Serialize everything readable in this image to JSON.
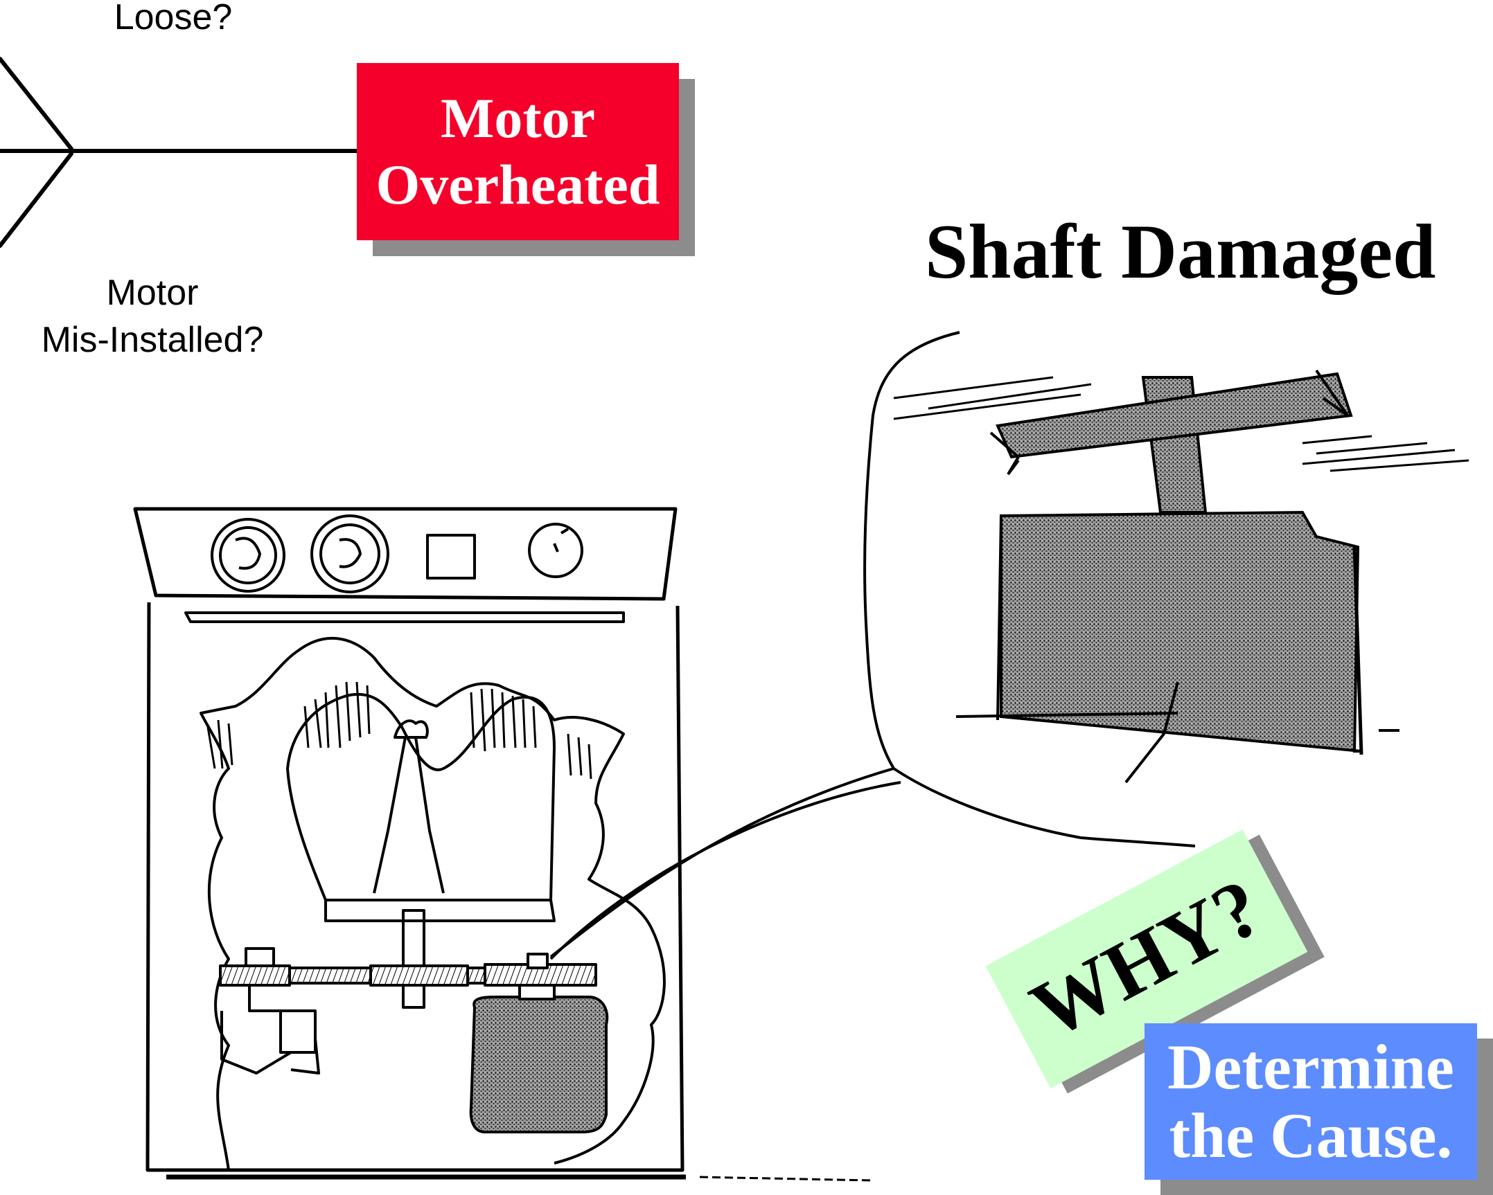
{
  "fishbone": {
    "top_cause": "Loose?",
    "bottom_cause_line1": "Motor",
    "bottom_cause_line2": "Mis-Installed?",
    "effect_line1": "Motor",
    "effect_line2": "Overheated"
  },
  "headline": "Shaft Damaged",
  "why_label": "WHY?",
  "action_line1": "Determine",
  "action_line2": "the Cause.",
  "colors": {
    "effect_box": "#f5002a",
    "why_box": "#ccffcc",
    "action_box": "#5c8cfe",
    "shadow": "#8c8c8c"
  }
}
